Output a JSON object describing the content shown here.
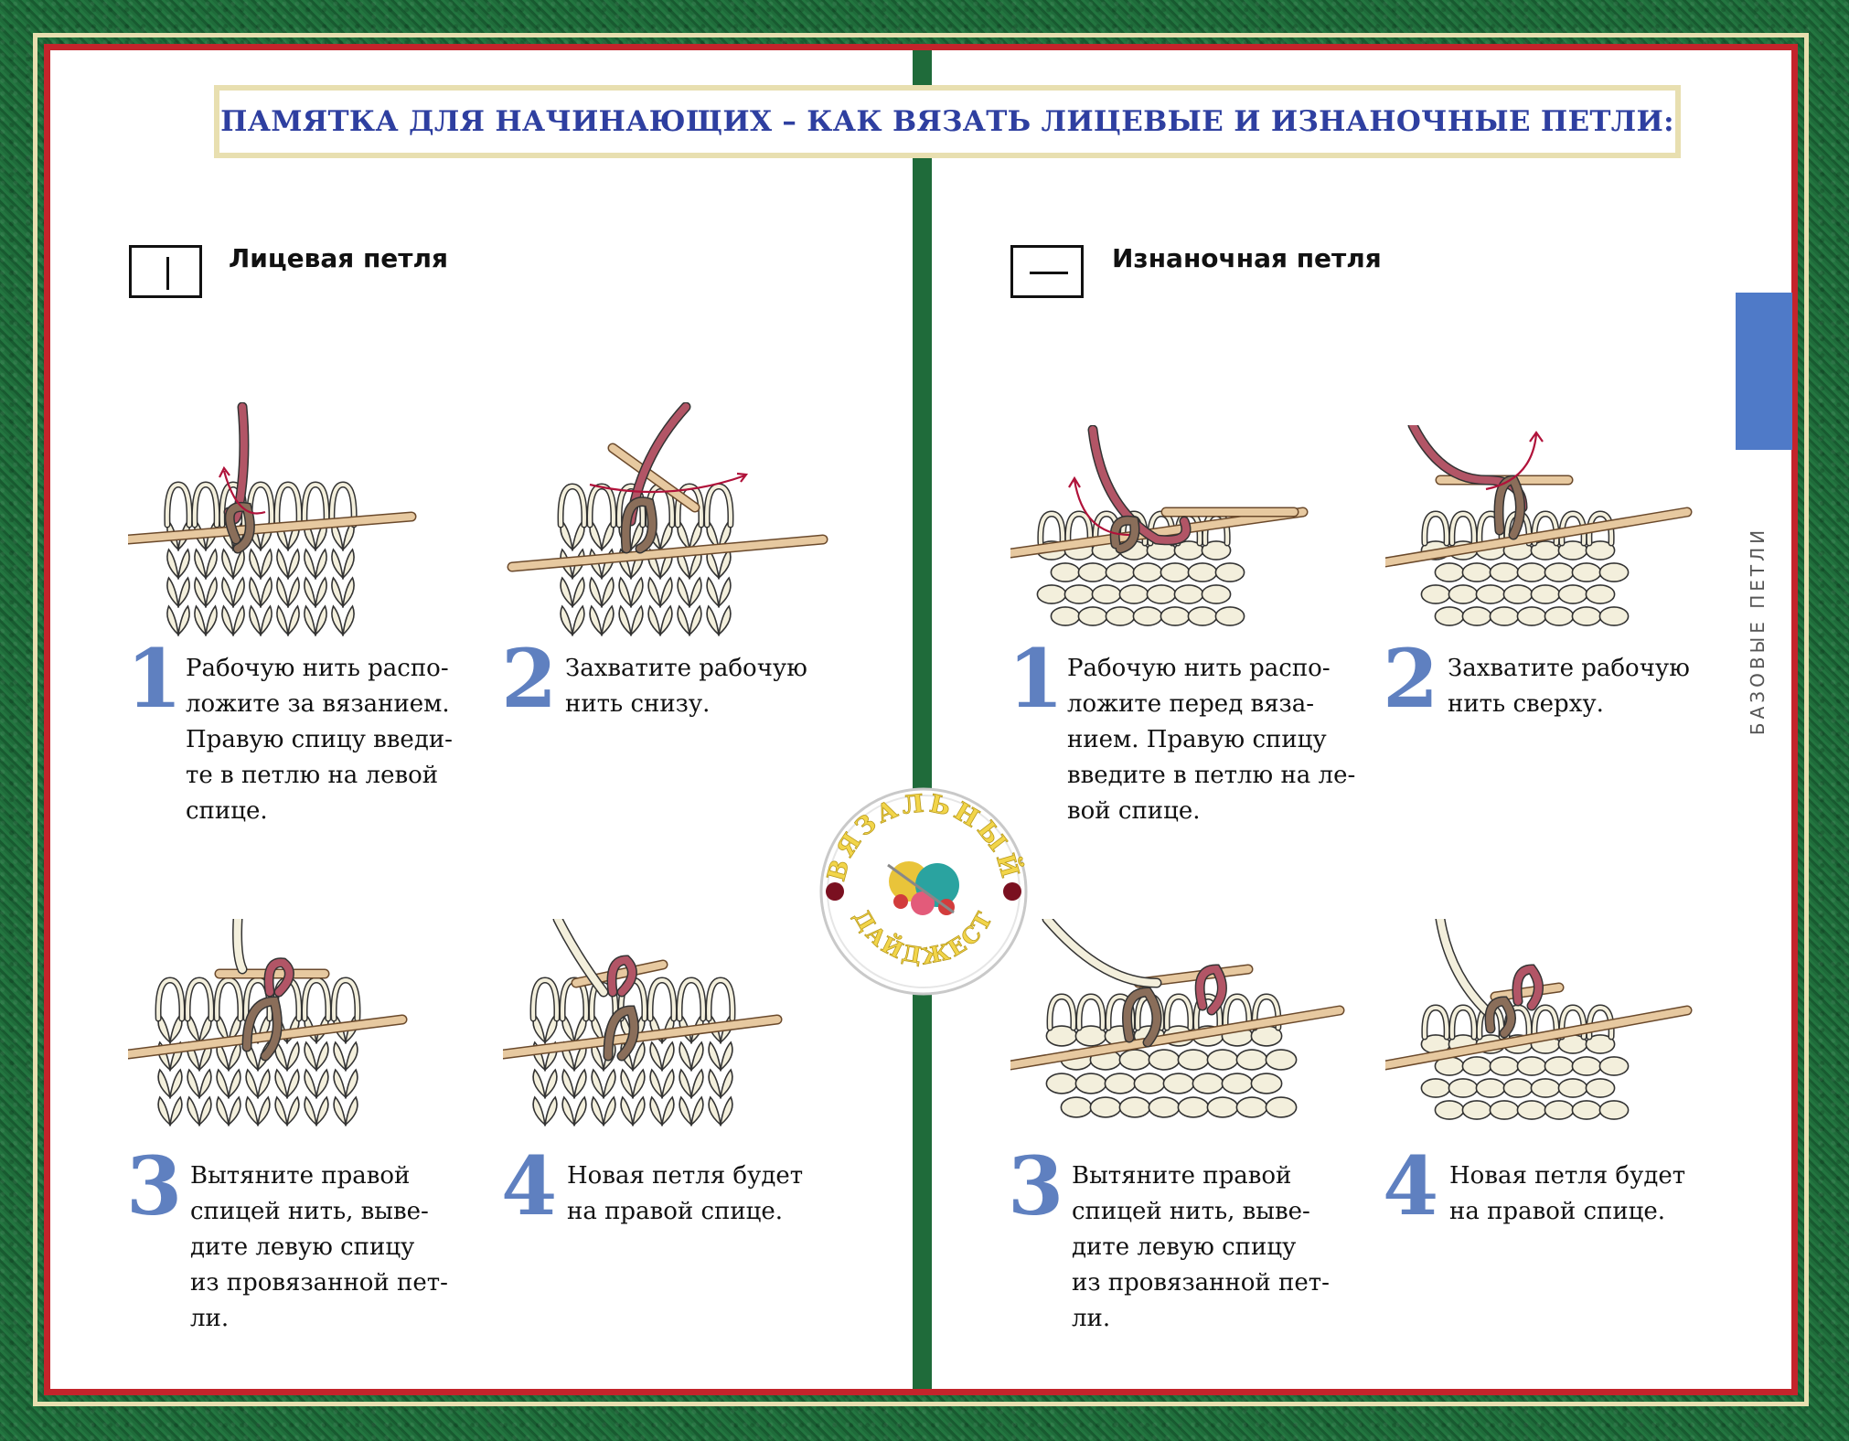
{
  "header": {
    "title": "ПАМЯТКА ДЛЯ НАЧИНАЮЩИХ – КАК ВЯЗАТЬ ЛИЦЕВЫЕ И ИЗНАНОЧНЫЕ ПЕТЛИ:"
  },
  "knit": {
    "title": "Лицевая петля",
    "symbol_icon": "vertical-bar-square",
    "steps": [
      {
        "num": "1",
        "lines": [
          "Рабочую нить распо-",
          "ложите за вязанием.",
          "Правую спицу введи-",
          "те в петлю на левой",
          "спице."
        ]
      },
      {
        "num": "2",
        "lines": [
          "Захватите рабочую",
          "нить снизу."
        ]
      },
      {
        "num": "3",
        "lines": [
          "Вытяните правой",
          "спицей нить, выве-",
          "дите левую спицу",
          "из провязанной пет-",
          "ли."
        ]
      },
      {
        "num": "4",
        "lines": [
          "Новая петля будет",
          "на правой спице."
        ]
      }
    ]
  },
  "purl": {
    "title": "Изнаночная петля",
    "symbol_icon": "horizontal-bar-square",
    "steps": [
      {
        "num": "1",
        "lines": [
          "Рабочую нить распо-",
          "ложите перед вяза-",
          "нием. Правую спицу",
          "введите в петлю на ле-",
          "вой спице."
        ]
      },
      {
        "num": "2",
        "lines": [
          "Захватите рабочую",
          "нить сверху."
        ]
      },
      {
        "num": "3",
        "lines": [
          "Вытяните правой",
          "спицей нить, выве-",
          "дите левую спицу",
          "из провязанной пет-",
          "ли."
        ]
      },
      {
        "num": "4",
        "lines": [
          "Новая петля будет",
          "на правой спице."
        ]
      }
    ]
  },
  "side": {
    "label": "БАЗОВЫЕ ПЕТЛИ"
  },
  "logo": {
    "top": "ВЯЗАЛЬНЫЙ",
    "bottom": "ДАЙДЖЕСТ"
  },
  "colors": {
    "accent_blue": "#5f80c0",
    "title_blue": "#2e3fa0",
    "frame_red": "#c4242b",
    "frame_gold": "#e8dfb0",
    "background_green": "#1f6b3a",
    "yarn_pink": "#b25566",
    "yarn_cream": "#f3efdc"
  }
}
